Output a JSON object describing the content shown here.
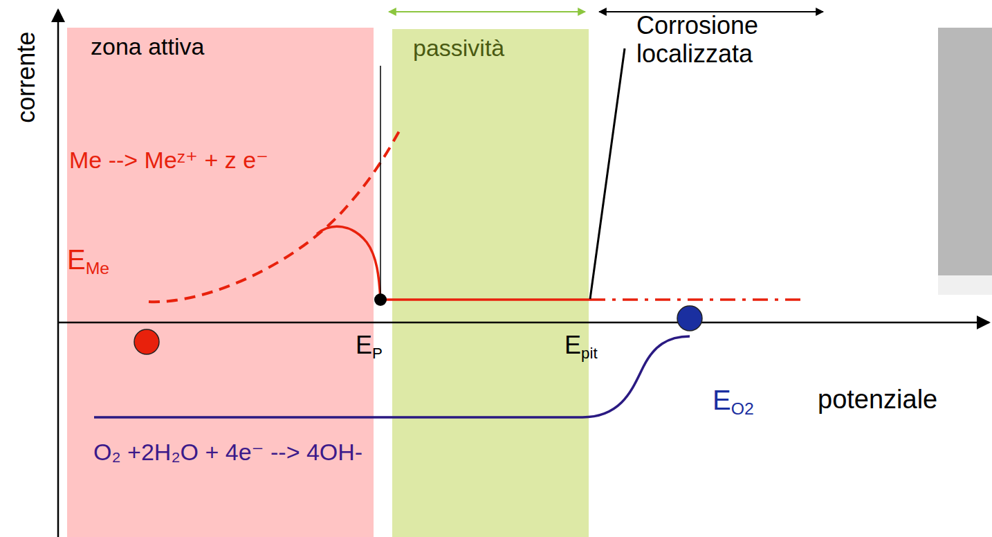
{
  "diagram": {
    "nodes": [
      {
        "text": [
          "zona attiva"
        ]
      },
      {
        "text": [
          "passività"
        ]
      }
    ],
    "labels": [
      "Corrosione localizzata",
      "corrente",
      "Me --> Meᶻ⁺ + z e⁻",
      "EMe",
      "EP",
      "Epit",
      "EO2",
      "potenziale",
      "O₂ +2H₂O + 4e⁻ --> 4OH-"
    ]
  }
}
